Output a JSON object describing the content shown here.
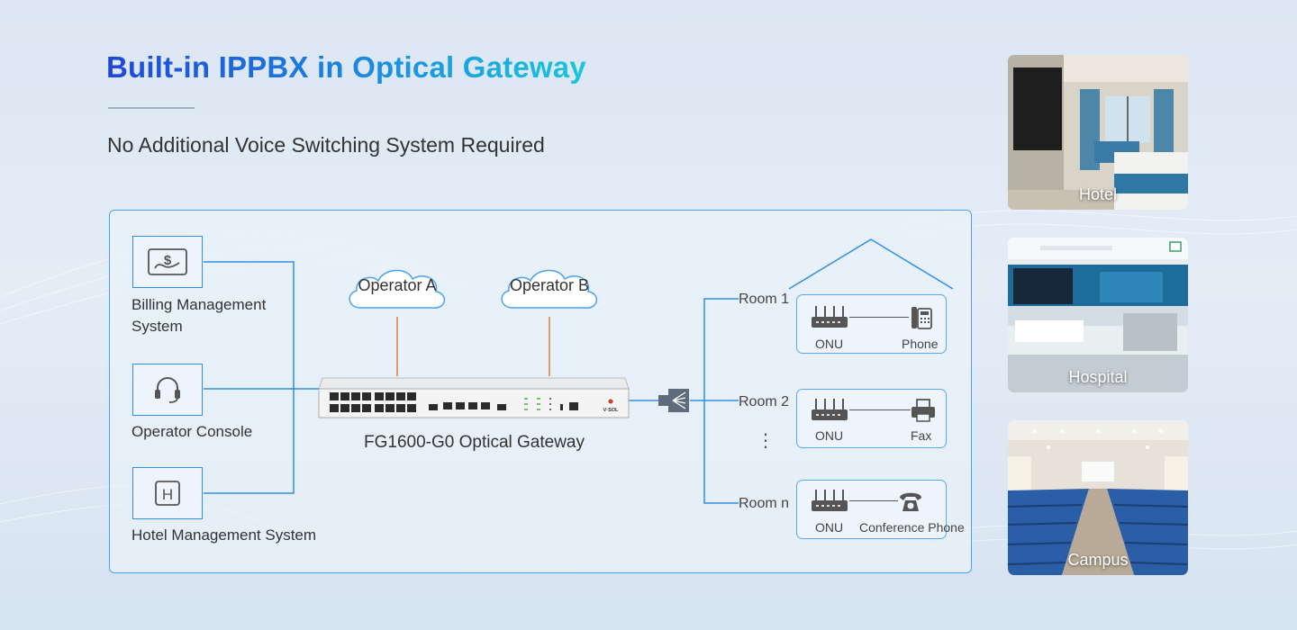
{
  "header": {
    "title_part1": "Built-in IPPBX in ",
    "title_part2": "Optical Gateway",
    "subtitle": "No Additional Voice Switching System Required"
  },
  "systems": [
    {
      "label_line1": "Billing Management",
      "label_line2": "System",
      "icon": "billing-money-icon"
    },
    {
      "label_line1": "Operator Console",
      "label_line2": "",
      "icon": "headset-icon"
    },
    {
      "label_line1": "Hotel Management System",
      "label_line2": "",
      "icon": "hotel-h-icon"
    }
  ],
  "operators": [
    "Operator A",
    "Operator B"
  ],
  "gateway": {
    "name": "FG1600-G0 Optical Gateway",
    "brand": "V·SOL",
    "icon": "optical-gateway-device-icon"
  },
  "splitter": {
    "icon": "optical-splitter-icon"
  },
  "rooms": [
    {
      "label": "Room 1",
      "onu": "ONU",
      "terminal": "Phone",
      "terminal_icon": "desk-phone-icon"
    },
    {
      "label": "Room 2",
      "onu": "ONU",
      "terminal": "Fax",
      "terminal_icon": "fax-icon"
    },
    {
      "label": "Room n",
      "onu": "ONU",
      "terminal": "Conference Phone",
      "terminal_icon": "conference-phone-icon"
    }
  ],
  "rooms_ellipsis": "⋮",
  "scenarios": [
    {
      "label": "Hotel",
      "image": "hotel-room-photo"
    },
    {
      "label": "Hospital",
      "image": "hospital-room-photo"
    },
    {
      "label": "Campus",
      "image": "auditorium-photo"
    }
  ],
  "colors": {
    "title_gradient_start": "#1f47d8",
    "title_gradient_end": "#1ac6dc",
    "panel_border": "#4aa2f0",
    "wire_blue": "#2f8fe8",
    "wire_orange": "#e07a3a"
  }
}
